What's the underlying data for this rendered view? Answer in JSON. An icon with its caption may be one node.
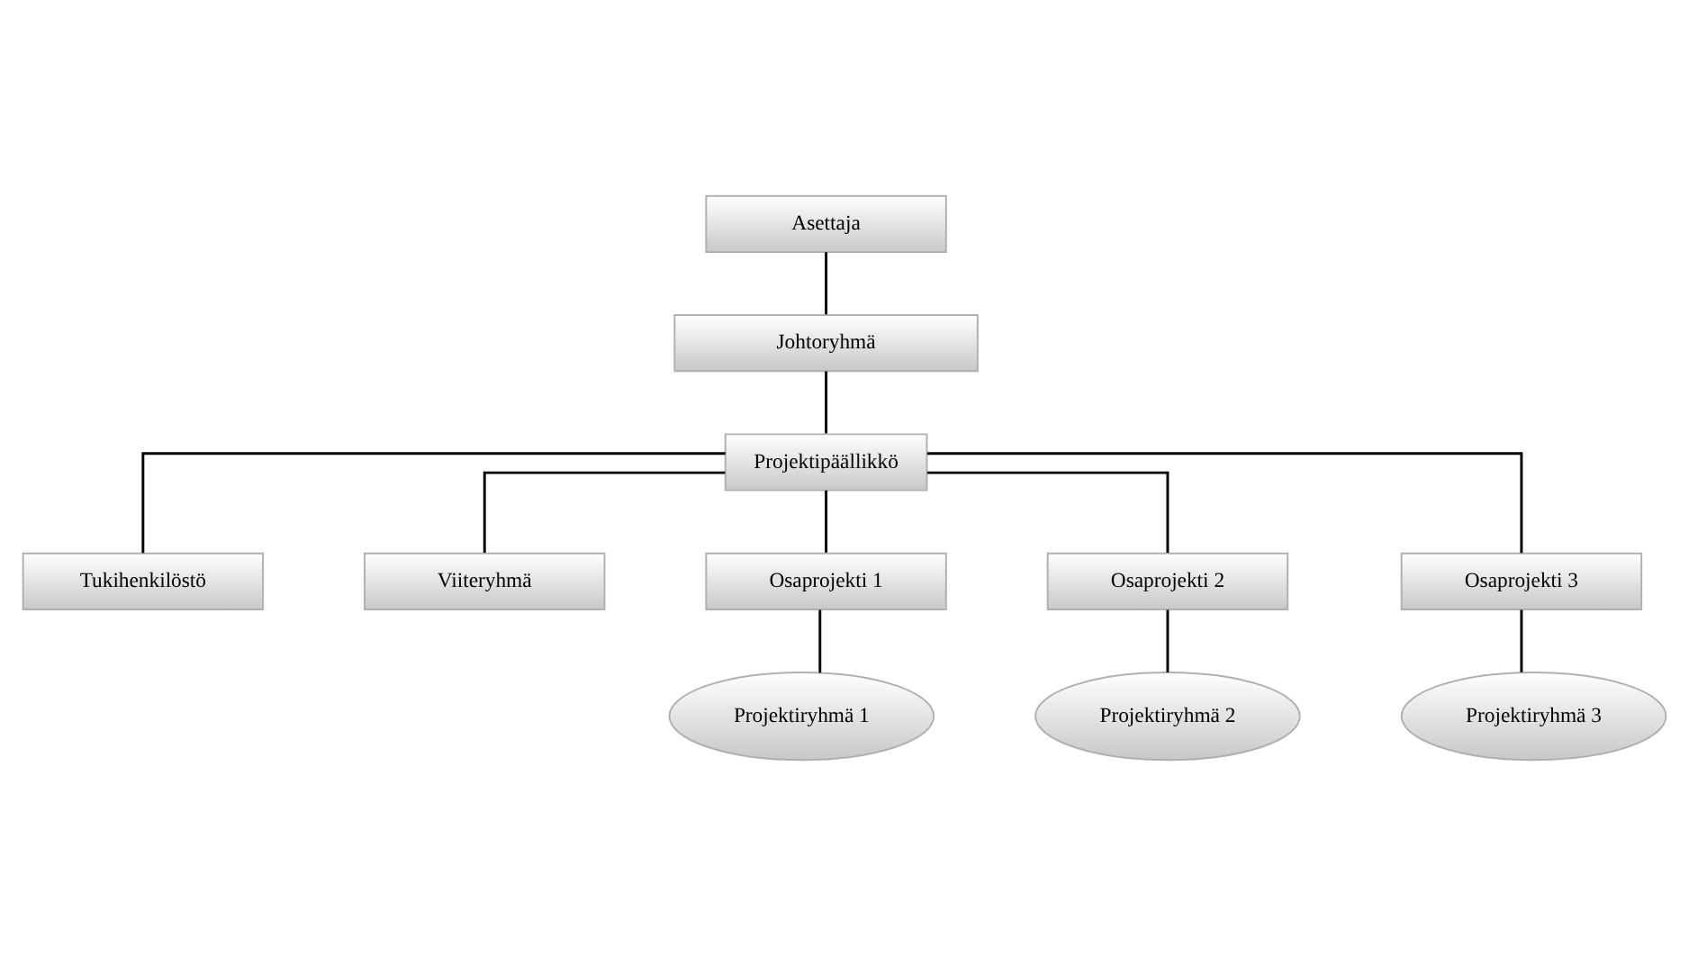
{
  "diagram": {
    "nodes": [
      {
        "text": [
          "Asettaja"
        ]
      },
      {
        "text": [
          "Johtoryhmä"
        ]
      },
      {
        "text": [
          "Projektipäällikkö"
        ]
      },
      {
        "text": [
          "Tukihenkilöstö"
        ]
      },
      {
        "text": [
          "Viiteryhmä"
        ]
      },
      {
        "text": [
          "Osaprojekti 1"
        ]
      },
      {
        "text": [
          "Osaprojekti 2"
        ]
      },
      {
        "text": [
          "Osaprojekti 3"
        ]
      },
      {
        "text": [
          "Projektiryhmä 1"
        ]
      },
      {
        "text": [
          "Projektiryhmä 2"
        ]
      },
      {
        "text": [
          "Projektiryhmä 3"
        ]
      }
    ],
    "edges": [
      {
        "from": 0,
        "to": 1,
        "arrow": "none"
      },
      {
        "from": 1,
        "to": 2,
        "arrow": "none"
      },
      {
        "from": 2,
        "to": 3,
        "arrow": "none"
      },
      {
        "from": 2,
        "to": 4,
        "arrow": "none"
      },
      {
        "from": 2,
        "to": 5,
        "arrow": "none"
      },
      {
        "from": 2,
        "to": 6,
        "arrow": "none"
      },
      {
        "from": 2,
        "to": 7,
        "arrow": "none"
      },
      {
        "from": 5,
        "to": 8,
        "arrow": "none"
      },
      {
        "from": 6,
        "to": 9,
        "arrow": "none"
      },
      {
        "from": 7,
        "to": 10,
        "arrow": "none"
      }
    ]
  }
}
